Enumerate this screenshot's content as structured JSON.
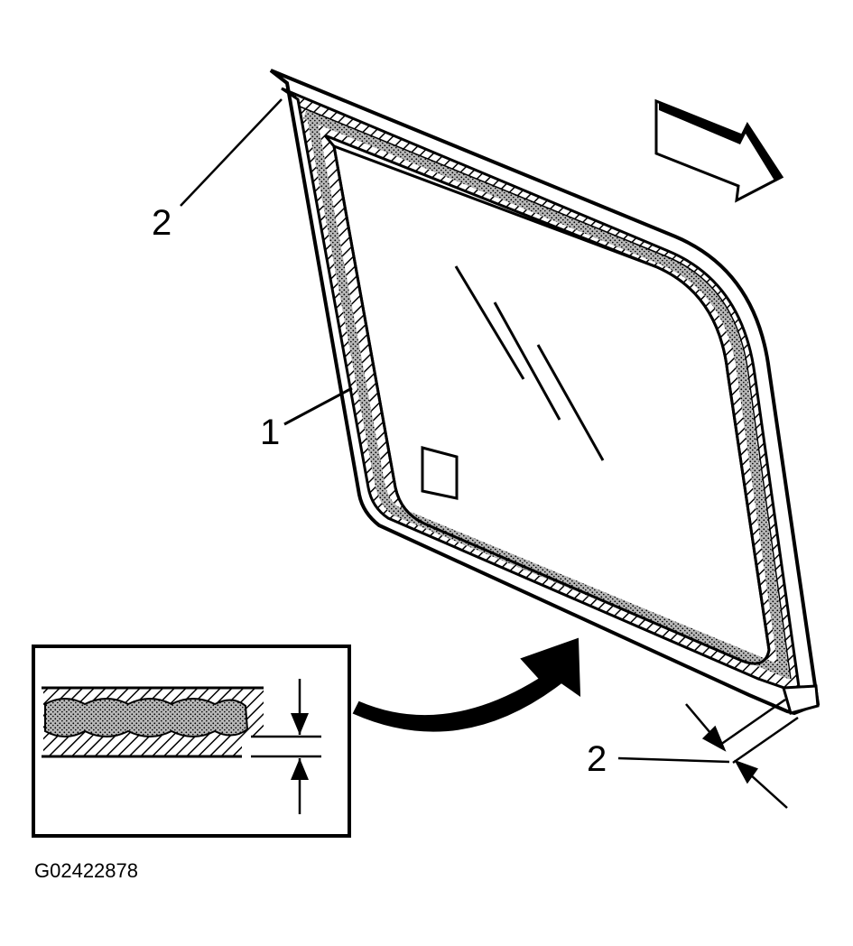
{
  "figure_id": "G02422878",
  "callouts": {
    "glass": "1",
    "bead_top": "2",
    "bead_bottom": "2"
  },
  "colors": {
    "ink": "#000000",
    "paper": "#ffffff",
    "adhesive_fill": "#b8b8b8"
  },
  "icons": [
    "direction-arrow-icon",
    "curved-arrow-icon",
    "dimension-arrow-icon"
  ]
}
